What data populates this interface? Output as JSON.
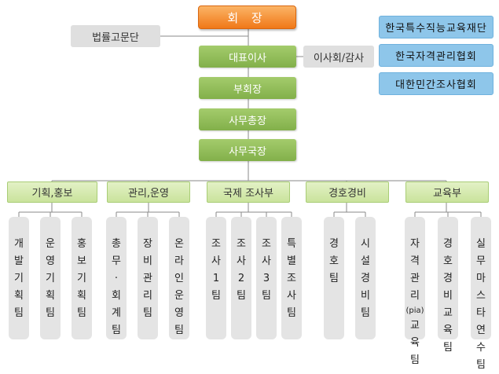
{
  "top": "회 장",
  "advisory": "법률고문단",
  "representative": "대표이사",
  "board": "이사회/감사",
  "vice_chair": "부회장",
  "secretary_general": "사무총장",
  "office_director": "사무국장",
  "affiliates": [
    "한국특수직능교육재단",
    "한국자격관리협회",
    "대한민간조사협회"
  ],
  "departments": [
    {
      "name": "기획,홍보",
      "teams": [
        "개발기획팀",
        "운영기획팀",
        "홍보기획팀"
      ]
    },
    {
      "name": "관리,운영",
      "teams": [
        "총무·회계팀",
        "장비관리팀",
        "온라인운영팀"
      ]
    },
    {
      "name": "국제 조사부",
      "teams": [
        "조사1팀",
        "조사2팀",
        "조사3팀",
        "특별조사팀"
      ]
    },
    {
      "name": "경호경비",
      "teams": [
        "경호팀",
        "시설경비팀"
      ]
    },
    {
      "name": "교육부",
      "teams": [
        "자격관리(pia)교육팀",
        "경호경비교육팀",
        "실무마스타연수팀"
      ]
    }
  ],
  "colors": {
    "top": "#f07818",
    "green": "#8fbc55",
    "blue": "#8ec6ea",
    "line": "#888888"
  }
}
